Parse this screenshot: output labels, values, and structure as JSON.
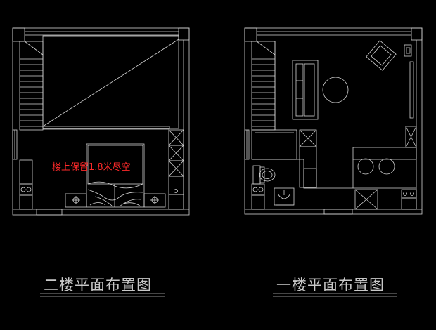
{
  "plans": {
    "upper": {
      "title": "二楼平面布置图",
      "note": "楼上保留1.8米尽空"
    },
    "lower": {
      "title": "一楼平面布置图"
    }
  },
  "colors": {
    "background": "#000000",
    "line": "#d0d0d0",
    "note": "#ff2a2a",
    "title": "#c8c8c8"
  }
}
